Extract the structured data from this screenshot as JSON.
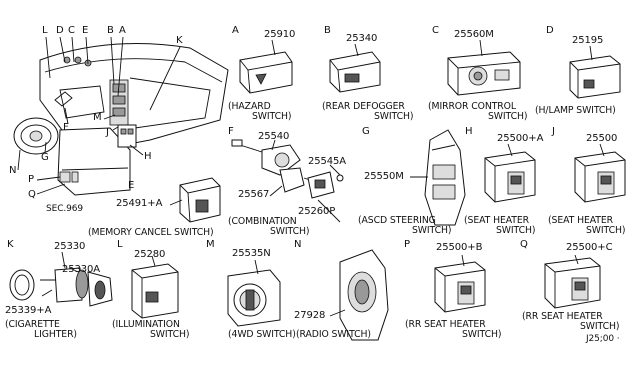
{
  "dash_letters": {
    "L": "L",
    "D": "D",
    "C": "C",
    "E": "E",
    "B": "B",
    "A": "A",
    "K": "K",
    "F": "F",
    "M": "M",
    "J": "J",
    "G": "G",
    "N": "N",
    "H": "H",
    "P": "P",
    "Q": "Q"
  },
  "sec_ref": "SEC.969",
  "groups": {
    "A": {
      "letter": "A",
      "part": "25910",
      "caption1": "(HAZARD",
      "caption2": "SWITCH)"
    },
    "B": {
      "letter": "B",
      "part": "25340",
      "caption1": "(REAR DEFOGGER",
      "caption2": "SWITCH)"
    },
    "C": {
      "letter": "C",
      "part": "25560M",
      "caption1": "(MIRROR CONTROL",
      "caption2": "SWITCH)"
    },
    "D": {
      "letter": "D",
      "part": "25195",
      "caption1": "(H/LAMP SWITCH)"
    },
    "E": {
      "letter": "E",
      "part": "25491+A",
      "caption1": "(MEMORY CANCEL SWITCH)"
    },
    "F": {
      "letter": "F",
      "parts": [
        "25540",
        "25545A",
        "25567",
        "25260P"
      ],
      "caption1": "(COMBINATION",
      "caption2": "SWITCH)"
    },
    "G": {
      "letter": "G",
      "part": "25550M",
      "caption1": "(ASCD STEERING",
      "caption2": "SWITCH)"
    },
    "H": {
      "letter": "H",
      "part": "25500+A",
      "caption1": "(SEAT HEATER",
      "caption2": "SWITCH)"
    },
    "J": {
      "letter": "J",
      "part": "25500",
      "caption1": "(SEAT HEATER",
      "caption2": "SWITCH)"
    },
    "K": {
      "letter": "K",
      "parts": [
        "25330",
        "25330A",
        "25339+A"
      ],
      "caption1": "(CIGARETTE",
      "caption2": "LIGHTER)"
    },
    "L": {
      "letter": "L",
      "part": "25280",
      "caption1": "(ILLUMINATION",
      "caption2": "SWITCH)"
    },
    "M": {
      "letter": "M",
      "part": "25535N",
      "caption1": "(4WD SWITCH)"
    },
    "N": {
      "letter": "N",
      "part": "27928",
      "caption1": "(RADIO SWITCH)"
    },
    "P": {
      "letter": "P",
      "part": "25500+B",
      "caption1": "(RR SEAT HEATER",
      "caption2": "SWITCH)"
    },
    "Q": {
      "letter": "Q",
      "part": "25500+C",
      "caption1": "(RR SEAT HEATER",
      "caption2": "SWITCH)"
    }
  },
  "footer_code": "J25;00 ·"
}
